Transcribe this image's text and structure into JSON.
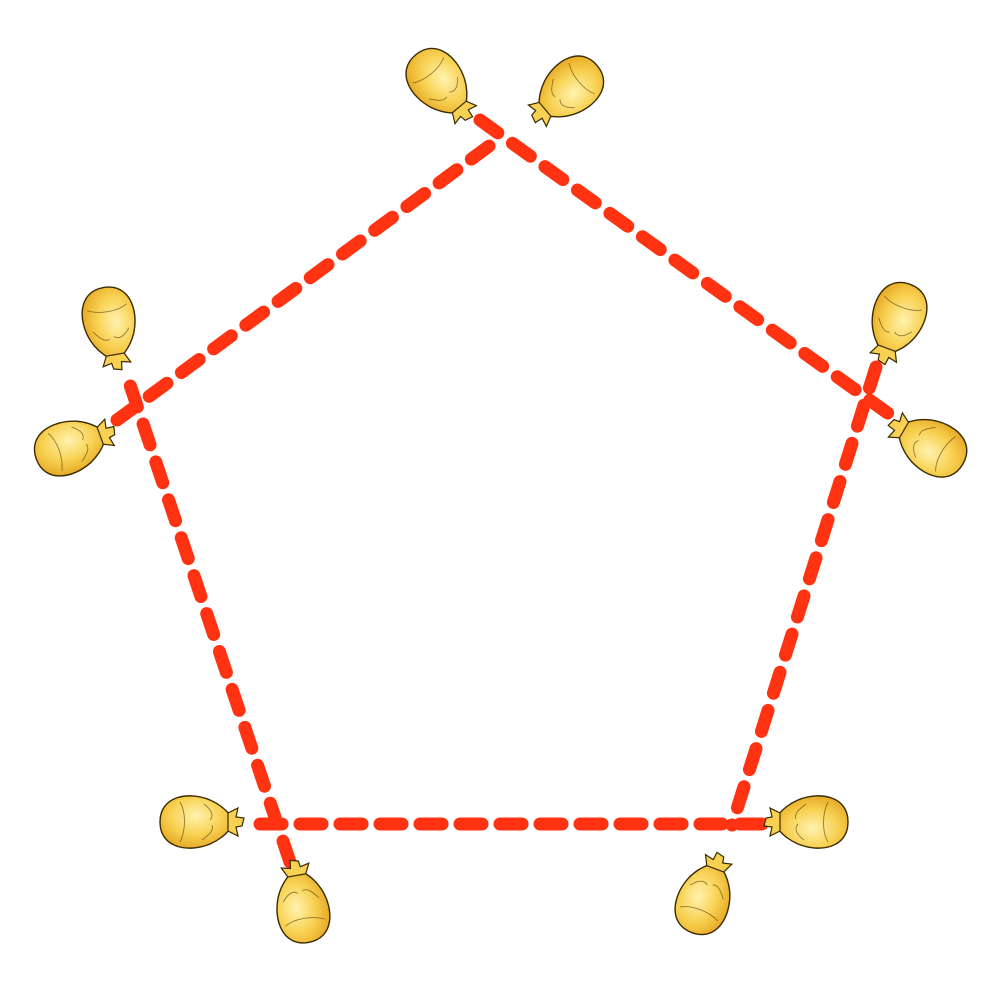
{
  "diagram": {
    "type": "pentagon-dashed-outline-with-corner-figures",
    "vertex_count": 5,
    "figures_per_vertex": 2,
    "edge_style": "dashed",
    "figure_icon": "gourd-figure-icon",
    "colors": {
      "background": "#ffffff",
      "edge": "#ff3311",
      "figure_fill_light": "#fff3b0",
      "figure_fill_mid": "#f8d152",
      "figure_fill_dark": "#e6a722",
      "figure_outline": "#3a2a00"
    }
  }
}
